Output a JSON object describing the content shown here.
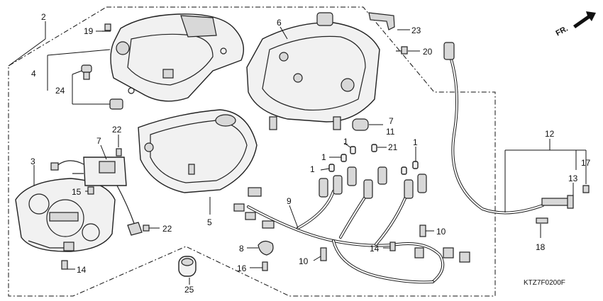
{
  "diagram_code": "KTZ7F0200F",
  "direction_label": "FR.",
  "callouts": [
    {
      "id": "c2",
      "label": "2"
    },
    {
      "id": "c19",
      "label": "19"
    },
    {
      "id": "c4",
      "label": "4"
    },
    {
      "id": "c24",
      "label": "24"
    },
    {
      "id": "c6",
      "label": "6"
    },
    {
      "id": "c23",
      "label": "23"
    },
    {
      "id": "c20",
      "label": "20"
    },
    {
      "id": "c7a",
      "label": "7"
    },
    {
      "id": "c11",
      "label": "11"
    },
    {
      "id": "c7b",
      "label": "7"
    },
    {
      "id": "c22a",
      "label": "22"
    },
    {
      "id": "c3",
      "label": "3"
    },
    {
      "id": "c15",
      "label": "15"
    },
    {
      "id": "c14a",
      "label": "14"
    },
    {
      "id": "c5",
      "label": "5"
    },
    {
      "id": "c22b",
      "label": "22"
    },
    {
      "id": "c1a",
      "label": "1"
    },
    {
      "id": "c1b",
      "label": "1"
    },
    {
      "id": "c1c",
      "label": "1"
    },
    {
      "id": "c21",
      "label": "21"
    },
    {
      "id": "c1d",
      "label": "1"
    },
    {
      "id": "c9",
      "label": "9"
    },
    {
      "id": "c10a",
      "label": "10"
    },
    {
      "id": "c8",
      "label": "8"
    },
    {
      "id": "c16",
      "label": "16"
    },
    {
      "id": "c10b",
      "label": "10"
    },
    {
      "id": "c14b",
      "label": "14"
    },
    {
      "id": "c25",
      "label": "25"
    },
    {
      "id": "c12",
      "label": "12"
    },
    {
      "id": "c17",
      "label": "17"
    },
    {
      "id": "c13",
      "label": "13"
    },
    {
      "id": "c18",
      "label": "18"
    }
  ]
}
